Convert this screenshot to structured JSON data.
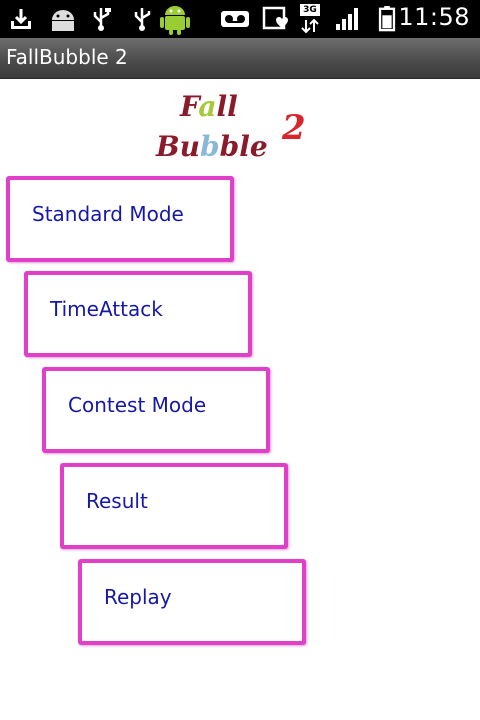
{
  "status_bar": {
    "time": "11:58",
    "network": "3G",
    "icons": [
      "download-icon",
      "android-icon",
      "usb-icon",
      "usb-debug-icon",
      "android-mascot-icon",
      "voicemail-icon",
      "calendar-icon",
      "signal-icon",
      "battery-icon"
    ]
  },
  "app": {
    "title": "FallBubble 2"
  },
  "logo": {
    "line1": [
      "F",
      "a",
      "ll"
    ],
    "line2": [
      "Bu",
      "b",
      "ble"
    ],
    "number": "2",
    "colors": {
      "dark_red": "#8b1a2b",
      "green": "#a8c83c",
      "blue": "#8ab8d8",
      "red": "#d8262f"
    }
  },
  "menu": {
    "items": [
      {
        "label": "Standard Mode"
      },
      {
        "label": "TimeAttack"
      },
      {
        "label": "Contest Mode"
      },
      {
        "label": "Result"
      },
      {
        "label": "Replay"
      }
    ],
    "border_color": "#e040c8",
    "text_color": "#1717a8"
  }
}
